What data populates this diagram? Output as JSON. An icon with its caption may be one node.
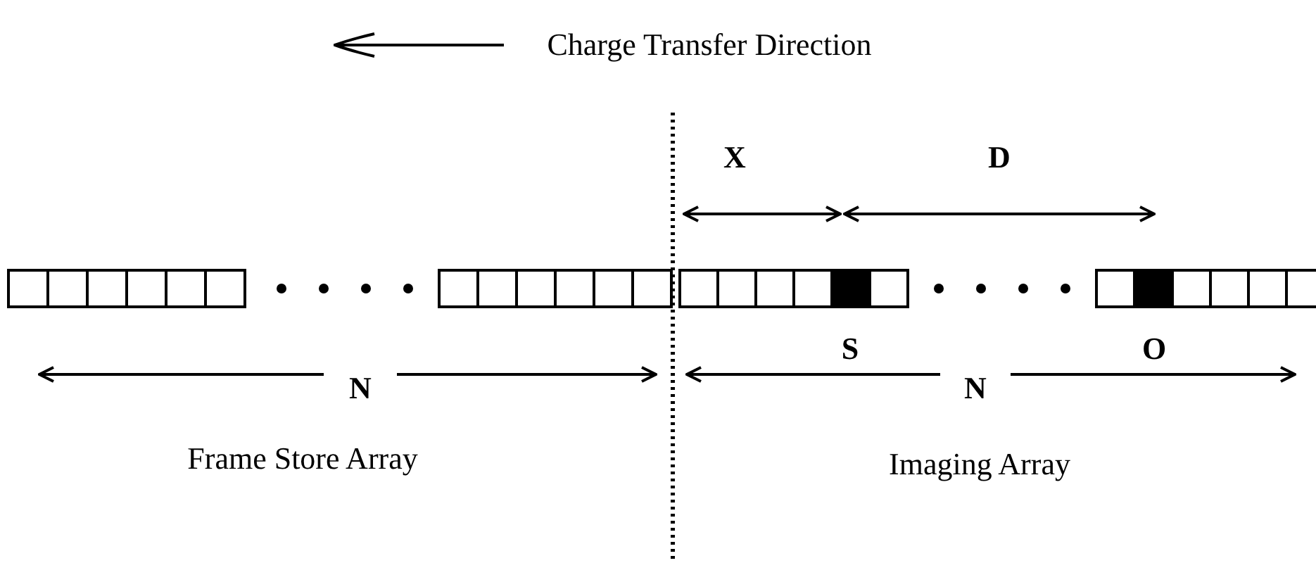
{
  "diagram": {
    "labels": [
      "Charge Transfer Direction",
      "X",
      "D",
      "S",
      "O",
      "N",
      "N",
      "Frame Store Array",
      "Imaging Array"
    ]
  }
}
